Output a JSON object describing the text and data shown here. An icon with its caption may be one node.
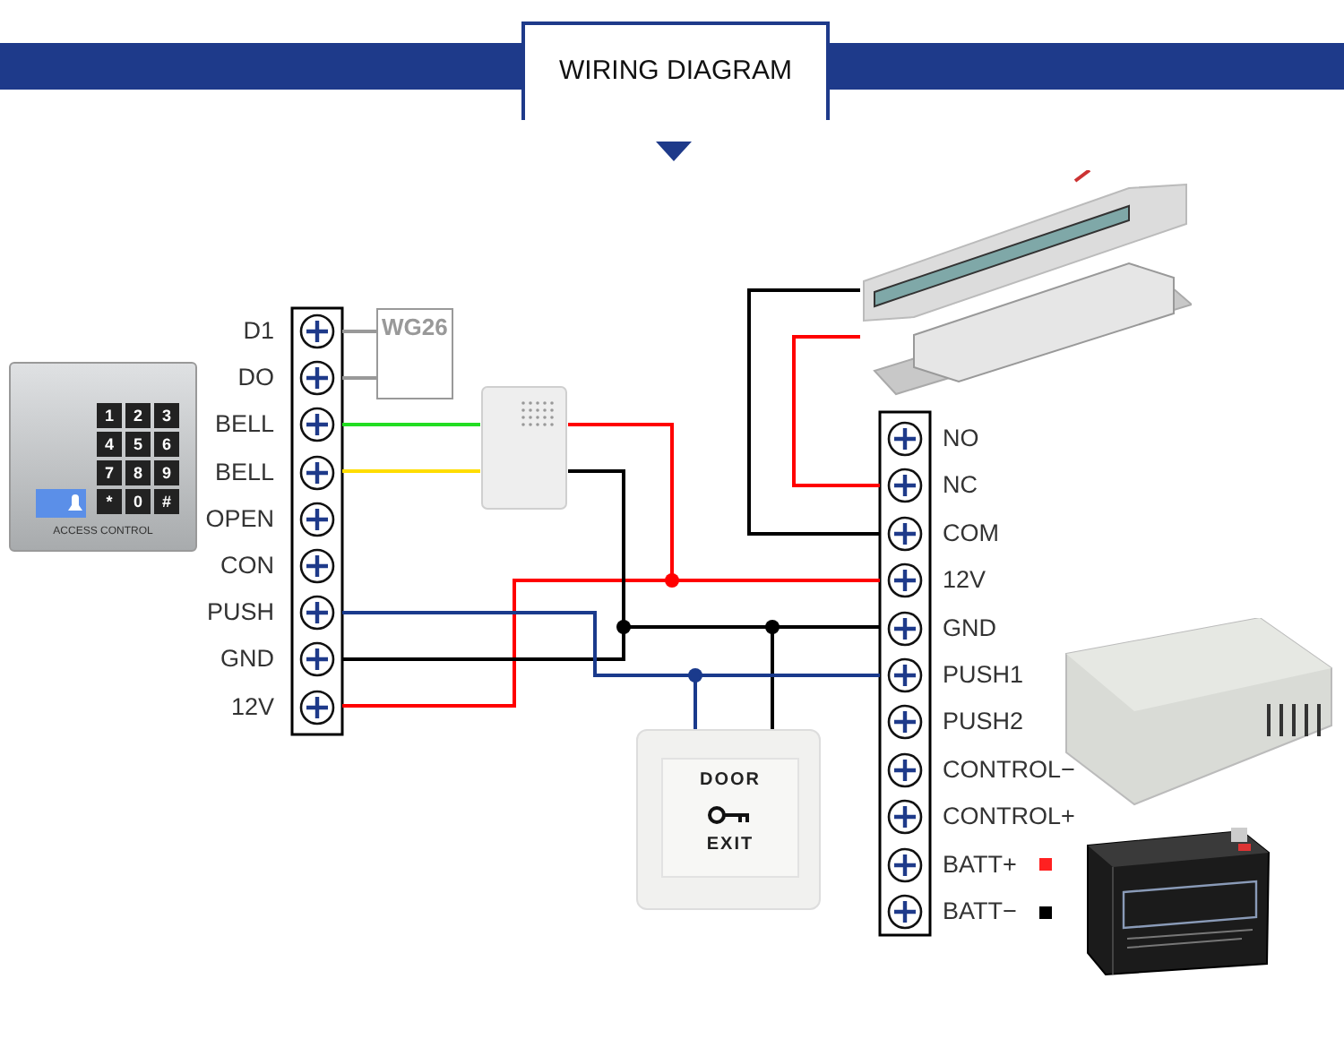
{
  "diagram": {
    "title": "WIRING DIAGRAM",
    "nodes": [
      {
        "text": [
          "ACCESS CONTROL"
        ]
      },
      {
        "text": [
          "D1"
        ]
      },
      {
        "text": [
          "DO"
        ]
      },
      {
        "text": [
          "BELL"
        ]
      },
      {
        "text": [
          "BELL"
        ]
      },
      {
        "text": [
          "OPEN"
        ]
      },
      {
        "text": [
          "CON"
        ]
      },
      {
        "text": [
          "PUSH"
        ]
      },
      {
        "text": [
          "GND"
        ]
      },
      {
        "text": [
          "12V"
        ]
      },
      {
        "text": [
          "WG26"
        ]
      },
      {
        "text": [],
        "shape": "picture"
      },
      {
        "text": [],
        "shape": "picture"
      },
      {
        "text": [
          "NO"
        ]
      },
      {
        "text": [
          "NC"
        ]
      },
      {
        "text": [
          "COM"
        ]
      },
      {
        "text": [
          "12V"
        ]
      },
      {
        "text": [
          "GND"
        ]
      },
      {
        "text": [
          "PUSH1"
        ]
      },
      {
        "text": [
          "PUSH2"
        ]
      },
      {
        "text": [
          "CONTROL−"
        ]
      },
      {
        "text": [
          "CONTROL+"
        ]
      },
      {
        "text": [
          "BATT+"
        ]
      },
      {
        "text": [
          "BATT−"
        ]
      },
      {
        "text": [
          "DOOR",
          "EXIT"
        ]
      },
      {
        "text": [],
        "shape": "picture"
      },
      {
        "text": [],
        "shape": "picture"
      }
    ],
    "edges": [
      {
        "from": 1,
        "to": 10,
        "arrow": "none",
        "color": "#999999"
      },
      {
        "from": 2,
        "to": 10,
        "arrow": "none",
        "color": "#999999"
      },
      {
        "from": 3,
        "to": 11,
        "arrow": "none",
        "color": "#22dd22"
      },
      {
        "from": 4,
        "to": 11,
        "arrow": "none",
        "color": "#ffdd00"
      },
      {
        "from": 9,
        "to": 16,
        "arrow": "none",
        "color": "#ff0000"
      },
      {
        "from": 11,
        "to": 16,
        "arrow": "none",
        "color": "#ff0000"
      },
      {
        "from": 8,
        "to": 17,
        "arrow": "none"
      },
      {
        "from": 11,
        "to": 17,
        "arrow": "none"
      },
      {
        "from": 24,
        "to": 17,
        "arrow": "none"
      },
      {
        "from": 7,
        "to": 18,
        "arrow": "none",
        "color": "#1a3a8c"
      },
      {
        "from": 24,
        "to": 18,
        "arrow": "none",
        "color": "#1a3a8c"
      },
      {
        "from": 12,
        "to": 15,
        "arrow": "none"
      },
      {
        "from": 12,
        "to": 14,
        "arrow": "none",
        "color": "#ff0000"
      }
    ],
    "labels": [
      "1",
      "2",
      "3",
      "4",
      "5",
      "6",
      "7",
      "8",
      "9",
      "*",
      "0",
      "#"
    ]
  }
}
